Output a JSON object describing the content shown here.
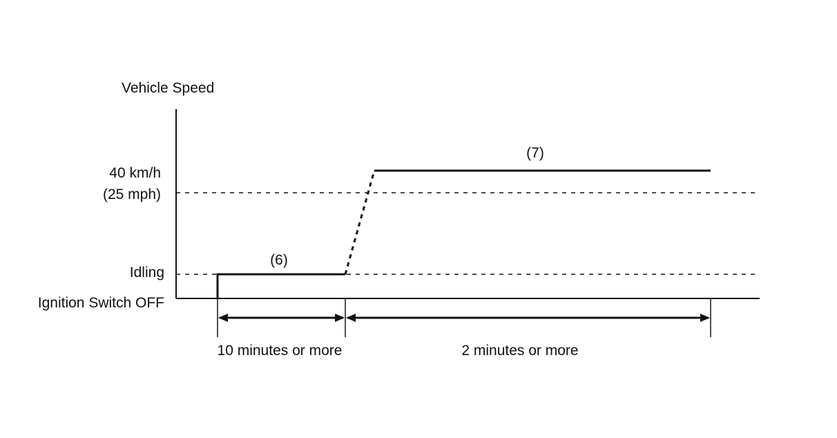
{
  "diagram": {
    "y_axis_label": "Vehicle Speed",
    "levels": {
      "speed_kmh": "40 km/h",
      "speed_mph": "(25 mph)",
      "idling": "Idling",
      "ignition_off": "Ignition Switch OFF"
    },
    "steps": {
      "step6": "(6)",
      "step7": "(7)"
    },
    "durations": {
      "first": "10 minutes or more",
      "second": "2 minutes or more"
    }
  }
}
